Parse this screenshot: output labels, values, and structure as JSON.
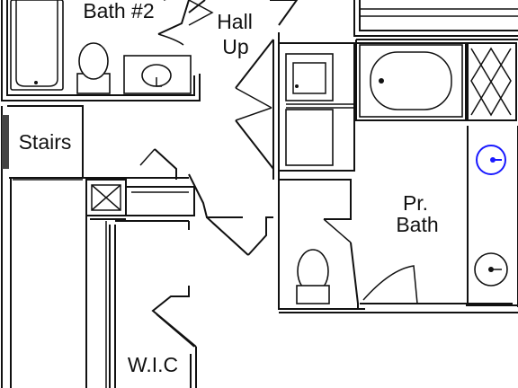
{
  "plan": {
    "rooms": {
      "bath2": "Bath #2",
      "hall": "Hall",
      "up": "Up",
      "stairs": "Stairs",
      "primary_bath_line1": "Pr.",
      "primary_bath_line2": "Bath",
      "walk_in_closet": "W.I.C"
    },
    "colors": {
      "line": "#111111",
      "background": "#ffffff",
      "highlight_sink": "#1a1aff"
    }
  }
}
